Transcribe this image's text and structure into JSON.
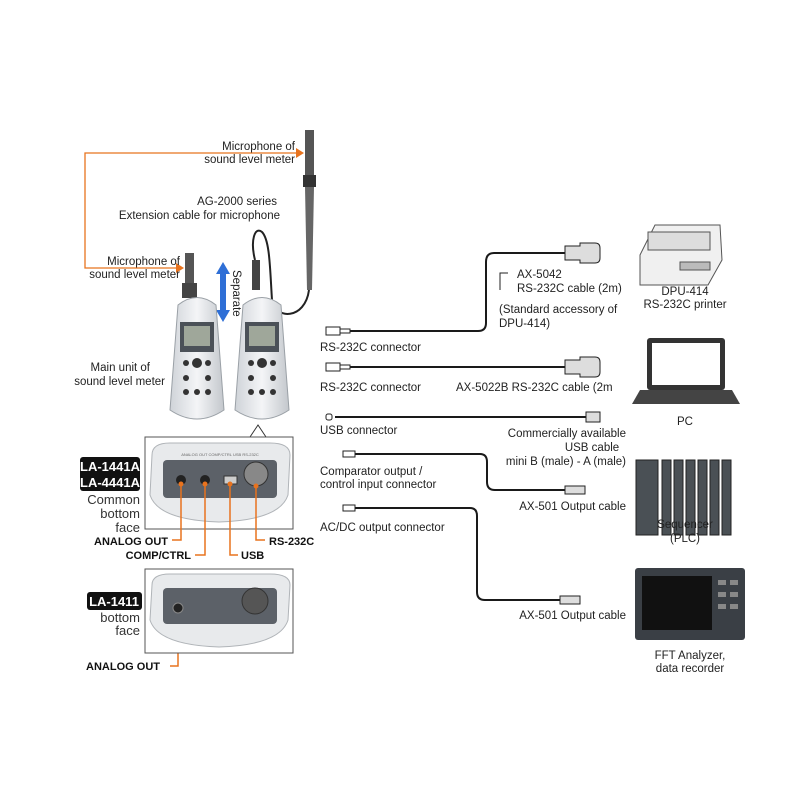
{
  "colors": {
    "leader": "#e8731e",
    "separate_arrow": "#2f6fd6",
    "cable": "#1a1a1a",
    "badge": "#111111"
  },
  "labels": {
    "mic_top": [
      "Microphone of",
      "sound level meter"
    ],
    "extension": [
      "AG-2000 series",
      "Extension cable for microphone"
    ],
    "mic_lower": [
      "Microphone of",
      "sound level meter"
    ],
    "separate": "Separate",
    "main_unit": [
      "Main unit of",
      "sound level meter"
    ],
    "badge_a": [
      "LA-1441A",
      "LA-4441A"
    ],
    "common_face": [
      "Common",
      "bottom",
      "face"
    ],
    "badge_b": "LA-1411",
    "b_face": [
      "bottom",
      "face"
    ],
    "ports": {
      "analog_out": "ANALOG OUT",
      "comp_ctrl": "COMP/CTRL",
      "usb": "USB",
      "rs232c": "RS-232C",
      "analog_out_b": "ANALOG OUT"
    },
    "panel_ports": [
      "ANALOG OUT",
      "COMP/CTRL",
      "USB",
      "RS-232C"
    ]
  },
  "connections": [
    {
      "connector": "RS-232C connector",
      "cable": [
        "AX-5042",
        "RS-232C cable (2m)",
        "(Standard accessory of",
        "DPU-414)"
      ],
      "device": [
        "DPU-414",
        "RS-232C printer"
      ]
    },
    {
      "connector": "RS-232C connector",
      "cable": [
        "AX-5022B RS-232C cable (2m"
      ],
      "device": [
        "PC"
      ]
    },
    {
      "connector": "USB connector",
      "cable": [
        "Commercially available",
        "USB cable",
        "mini B (male) - A (male)"
      ],
      "device": []
    },
    {
      "connector": "Comparator output /|control input connector",
      "cable": [
        "AX-501 Output cable"
      ],
      "device": [
        "Sequencer",
        "(PLC)"
      ]
    },
    {
      "connector": "AC/DC output connector",
      "cable": [
        "AX-501 Output cable"
      ],
      "device": [
        "FFT Analyzer,",
        "data recorder"
      ]
    }
  ],
  "connector_lines": {
    "comp": [
      "Comparator output /",
      "control input connector"
    ]
  }
}
